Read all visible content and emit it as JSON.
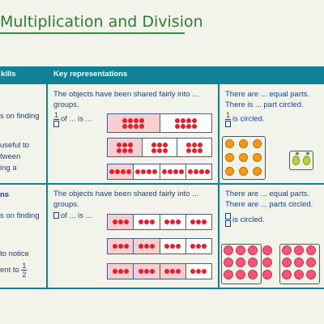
{
  "title": "Multiplication and Division",
  "header": {
    "col1": "kills",
    "col2": "Key representations"
  },
  "row1": {
    "left_lines": [
      "s on finding",
      "",
      "useful to",
      "tween",
      "ing a"
    ],
    "mid_text1": "The objects have been shared fairly into ...",
    "mid_text2": "groups.",
    "frac_num": "1",
    "frac_rest": "of ... is ...",
    "right_text1": "There are ... equal parts.",
    "right_text2": "There is ... part circled.",
    "right_frac_num": "1",
    "right_frac_rest": "is circled."
  },
  "row2": {
    "left_lines": [
      "ns",
      "s on finding",
      "",
      "to notice",
      "ent to"
    ],
    "half_num": "1",
    "half_den": "2",
    "mid_text1": "The objects have been shared fairly into ...",
    "mid_text2": "groups.",
    "frac_rest": "of ... is ...",
    "right_text1": "There are ... equal parts.",
    "right_text2": "There are ... parts circled.",
    "right_text3": "is circled."
  },
  "colors": {
    "title": "#2f7a34",
    "header": "#118295",
    "text": "#1d3f7a",
    "counter": "#e3202d",
    "highlight": "#f6cfd3"
  }
}
